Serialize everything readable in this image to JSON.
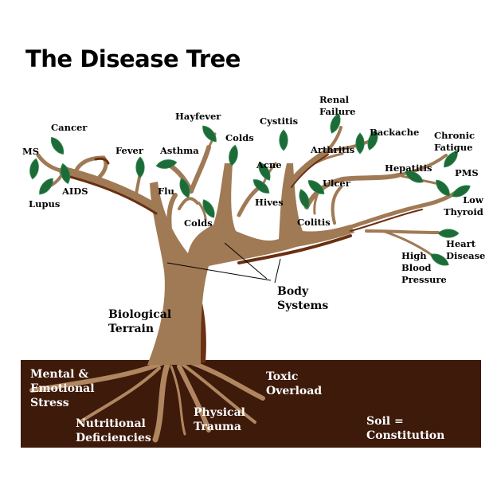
{
  "title": "The Disease Tree",
  "colors": {
    "soil": "#3d1a0a",
    "trunk": "#a07a55",
    "trunk_shadow": "#6b2f12",
    "roots": "#b08660",
    "leaf": "#1e6b3a",
    "leaf_light": "#2f8a4e"
  },
  "diseases": {
    "ms": "MS",
    "cancer": "Cancer",
    "lupus": "Lupus",
    "aids": "AIDS",
    "fever": "Fever",
    "flu": "Flu",
    "asthma": "Asthma",
    "hayfever": "Hayfever",
    "colds_upper": "Colds",
    "colds_lower": "Colds",
    "acne": "Acne",
    "hives": "Hives",
    "cystitis": "Cystitis",
    "renal_failure": [
      "Renal",
      "Failure"
    ],
    "arthritis": "Arthritis",
    "backache": "Backache",
    "chronic_fatigue": [
      "Chronic",
      "Fatigue"
    ],
    "hepatitis": "Hepatitis",
    "pms": "PMS",
    "ulcer": "Ulcer",
    "colitis": "Colitis",
    "low_thyroid": [
      "Low",
      "Thyroid"
    ],
    "heart_disease": [
      "Heart",
      "Disease"
    ],
    "high_blood_pressure": [
      "High",
      "Blood",
      "Pressure"
    ]
  },
  "tree_parts": {
    "body_systems": [
      "Body",
      "Systems"
    ],
    "biological_terrain": [
      "Biological",
      "Terrain"
    ]
  },
  "roots": {
    "mental_emotional_stress": [
      "Mental &",
      "Emotional",
      "Stress"
    ],
    "nutritional_deficiencies": [
      "Nutritional",
      "Deficiencies"
    ],
    "physical_trauma": [
      "Physical",
      "Trauma"
    ],
    "toxic_overload": [
      "Toxic",
      "Overload"
    ]
  },
  "soil_label": [
    "Soil =",
    "Constitution"
  ]
}
